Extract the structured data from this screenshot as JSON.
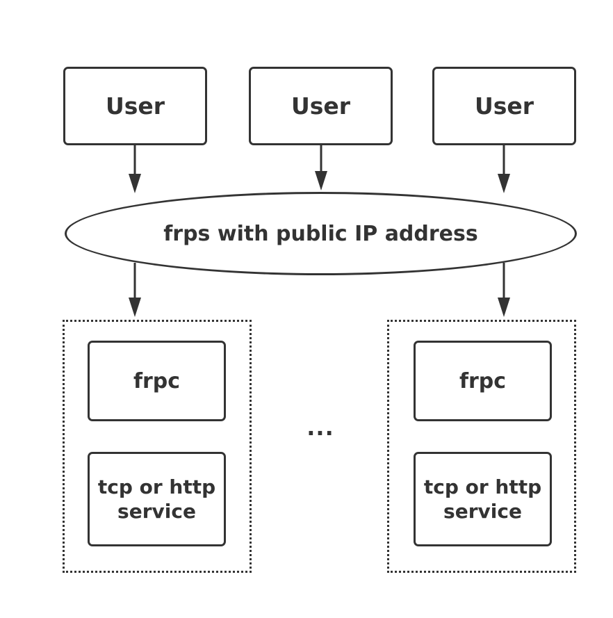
{
  "users": [
    {
      "label": "User"
    },
    {
      "label": "User"
    },
    {
      "label": "User"
    }
  ],
  "server": {
    "label": "frps with public IP address"
  },
  "clients": [
    {
      "client_label": "frpc",
      "service_label": "tcp or http service"
    },
    {
      "client_label": "frpc",
      "service_label": "tcp or http service"
    }
  ],
  "ellipsis": "...",
  "colors": {
    "stroke": "#333333",
    "background": "#ffffff",
    "text": "#333333"
  }
}
